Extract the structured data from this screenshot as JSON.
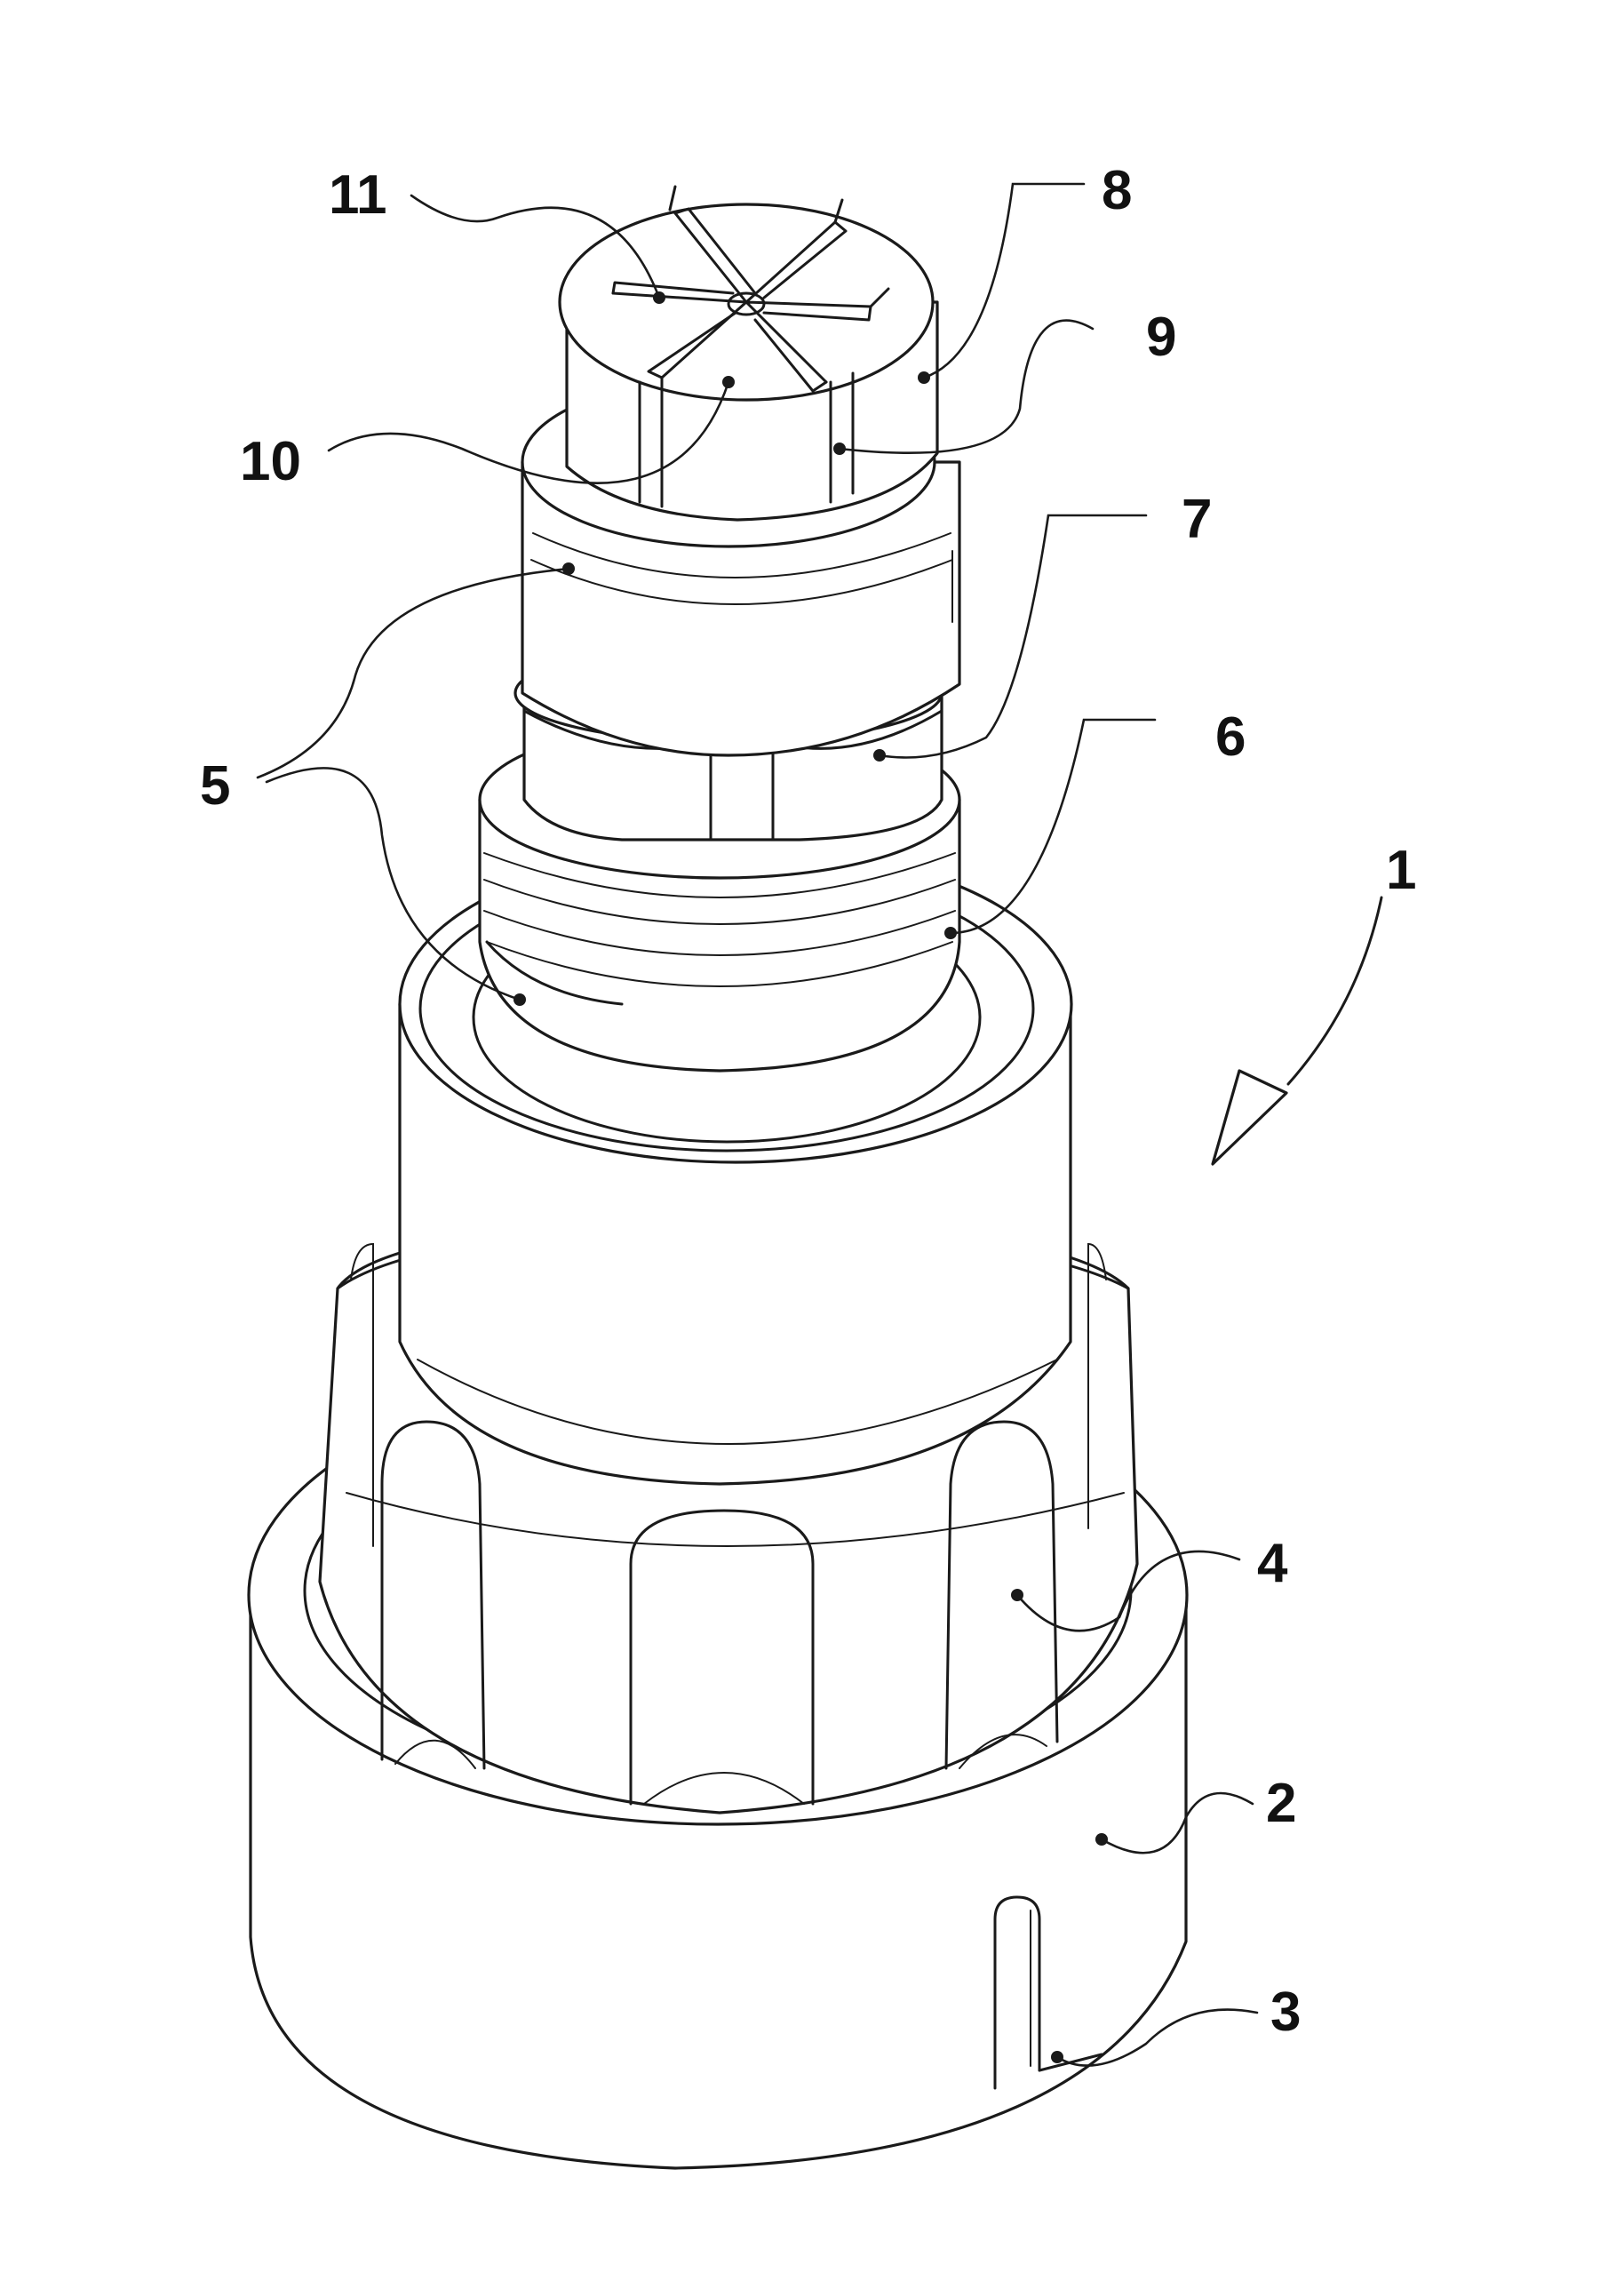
{
  "labels": {
    "l1": "1",
    "l2": "2",
    "l3": "3",
    "l4": "4",
    "l5": "5",
    "l6": "6",
    "l7": "7",
    "l8": "8",
    "l9": "9",
    "l10": "10",
    "l11": "11"
  },
  "colors": {
    "ink": "#1a1a1a",
    "paper": "#ffffff"
  }
}
